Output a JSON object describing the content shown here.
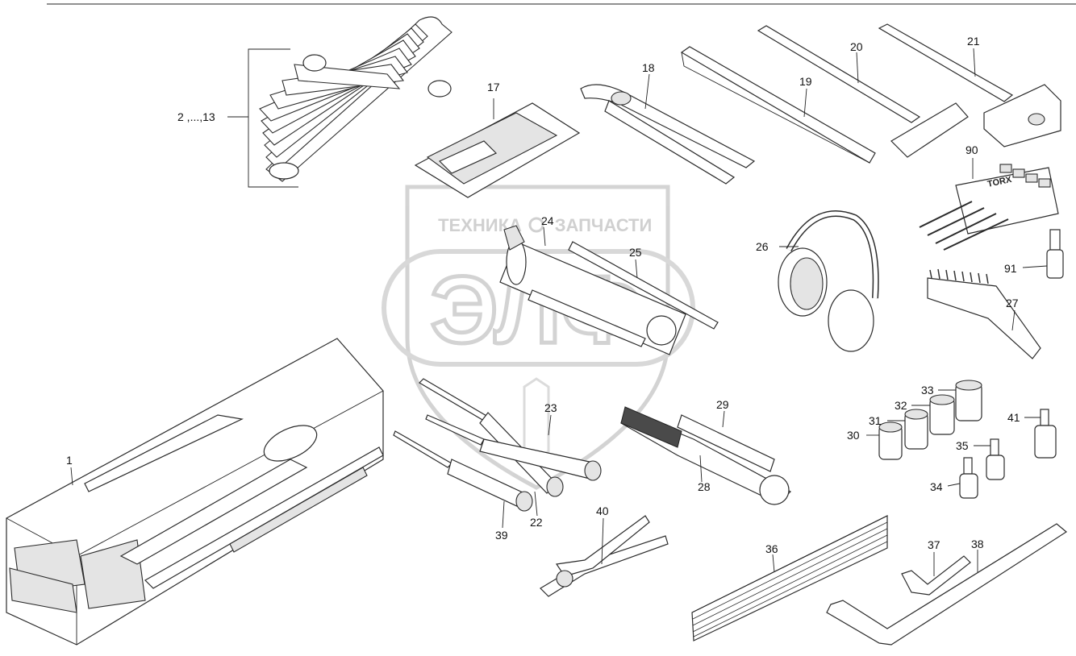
{
  "watermark": {
    "text_left": "ТЕХНИКА",
    "text_right": "ЗАПЧАСТИ",
    "logo_letters": "ЭЛФ",
    "color": "#c8c8c8"
  },
  "labels": {
    "p1": "1",
    "p2_13": "2 ,...,13",
    "p17": "17",
    "p18": "18",
    "p19": "19",
    "p20": "20",
    "p21": "21",
    "p22": "22",
    "p23": "23",
    "p24": "24",
    "p25": "25",
    "p26": "26",
    "p27": "27",
    "p28": "28",
    "p29": "29",
    "p30": "30",
    "p31": "31",
    "p32": "32",
    "p33": "33",
    "p34": "34",
    "p35": "35",
    "p36": "36",
    "p37": "37",
    "p38": "38",
    "p39": "39",
    "p40": "40",
    "p41": "41",
    "p90": "90",
    "p91": "91"
  },
  "tool_text": {
    "torx_label": "TORX"
  },
  "colors": {
    "line": "#2b2b2b",
    "text": "#111111"
  }
}
